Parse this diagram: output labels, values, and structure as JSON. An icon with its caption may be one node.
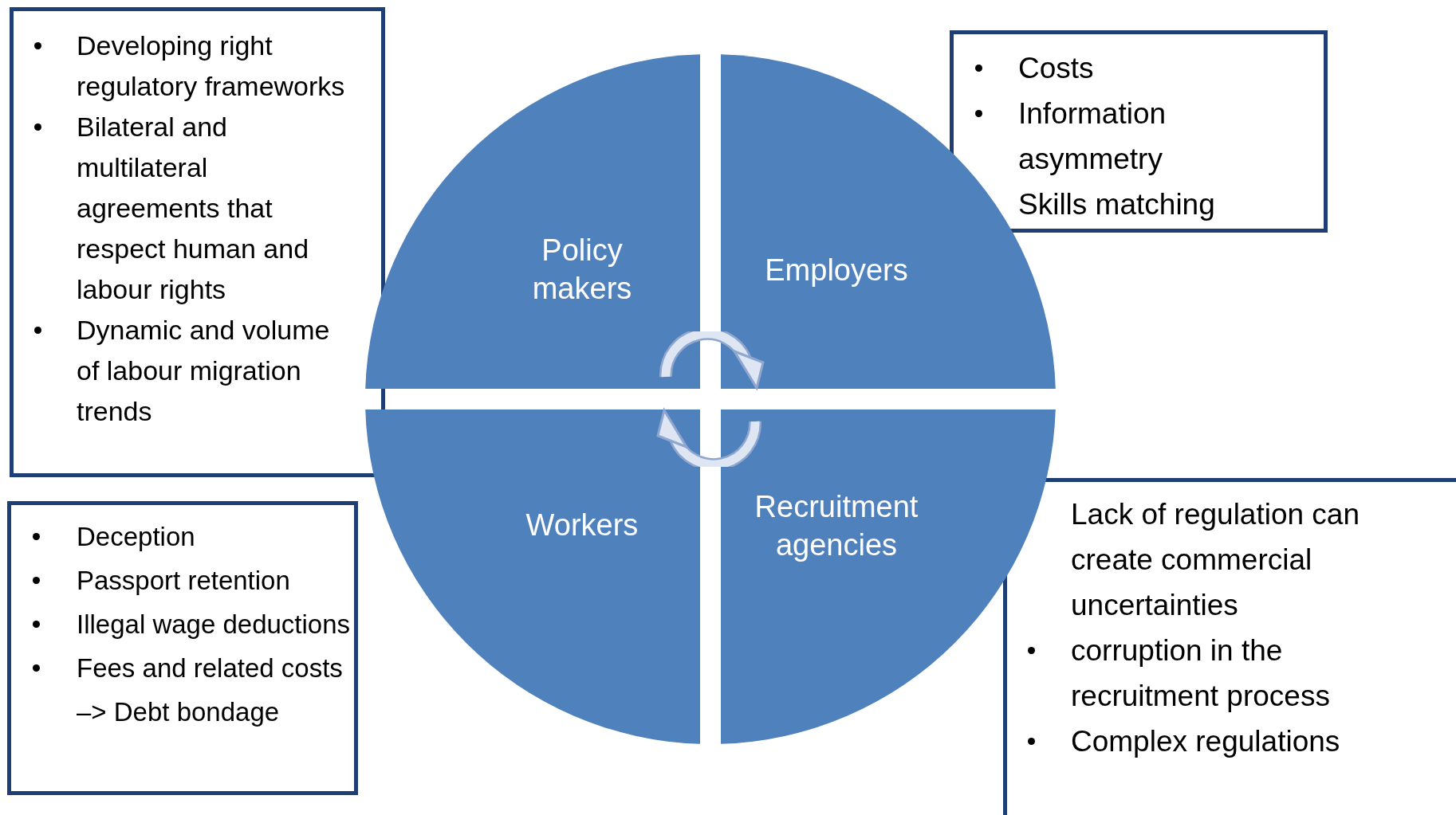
{
  "diagram": {
    "nodes": [
      {
        "text": [
          "Developing right regulatory frameworks",
          "Bilateral and multilateral agreements that respect human and labour rights",
          "Dynamic and volume of labour migration trends"
        ]
      },
      {
        "text": [
          "Policy makers"
        ]
      },
      {
        "text": [
          "Employers"
        ]
      },
      {
        "text": [
          "Costs",
          "Information asymmetry",
          "Skills matching"
        ]
      },
      {
        "text": [
          "Workers"
        ]
      },
      {
        "text": [
          "Recruitment agencies"
        ]
      },
      {
        "text": [
          "Deception",
          "Passport retention",
          "Illegal wage deductions",
          "Fees and related costs –> Debt bondage"
        ]
      },
      {
        "text": [
          "Lack of regulation can create commercial uncertainties",
          "corruption in the recruitment process",
          "Complex regulations"
        ]
      }
    ],
    "edges": []
  }
}
